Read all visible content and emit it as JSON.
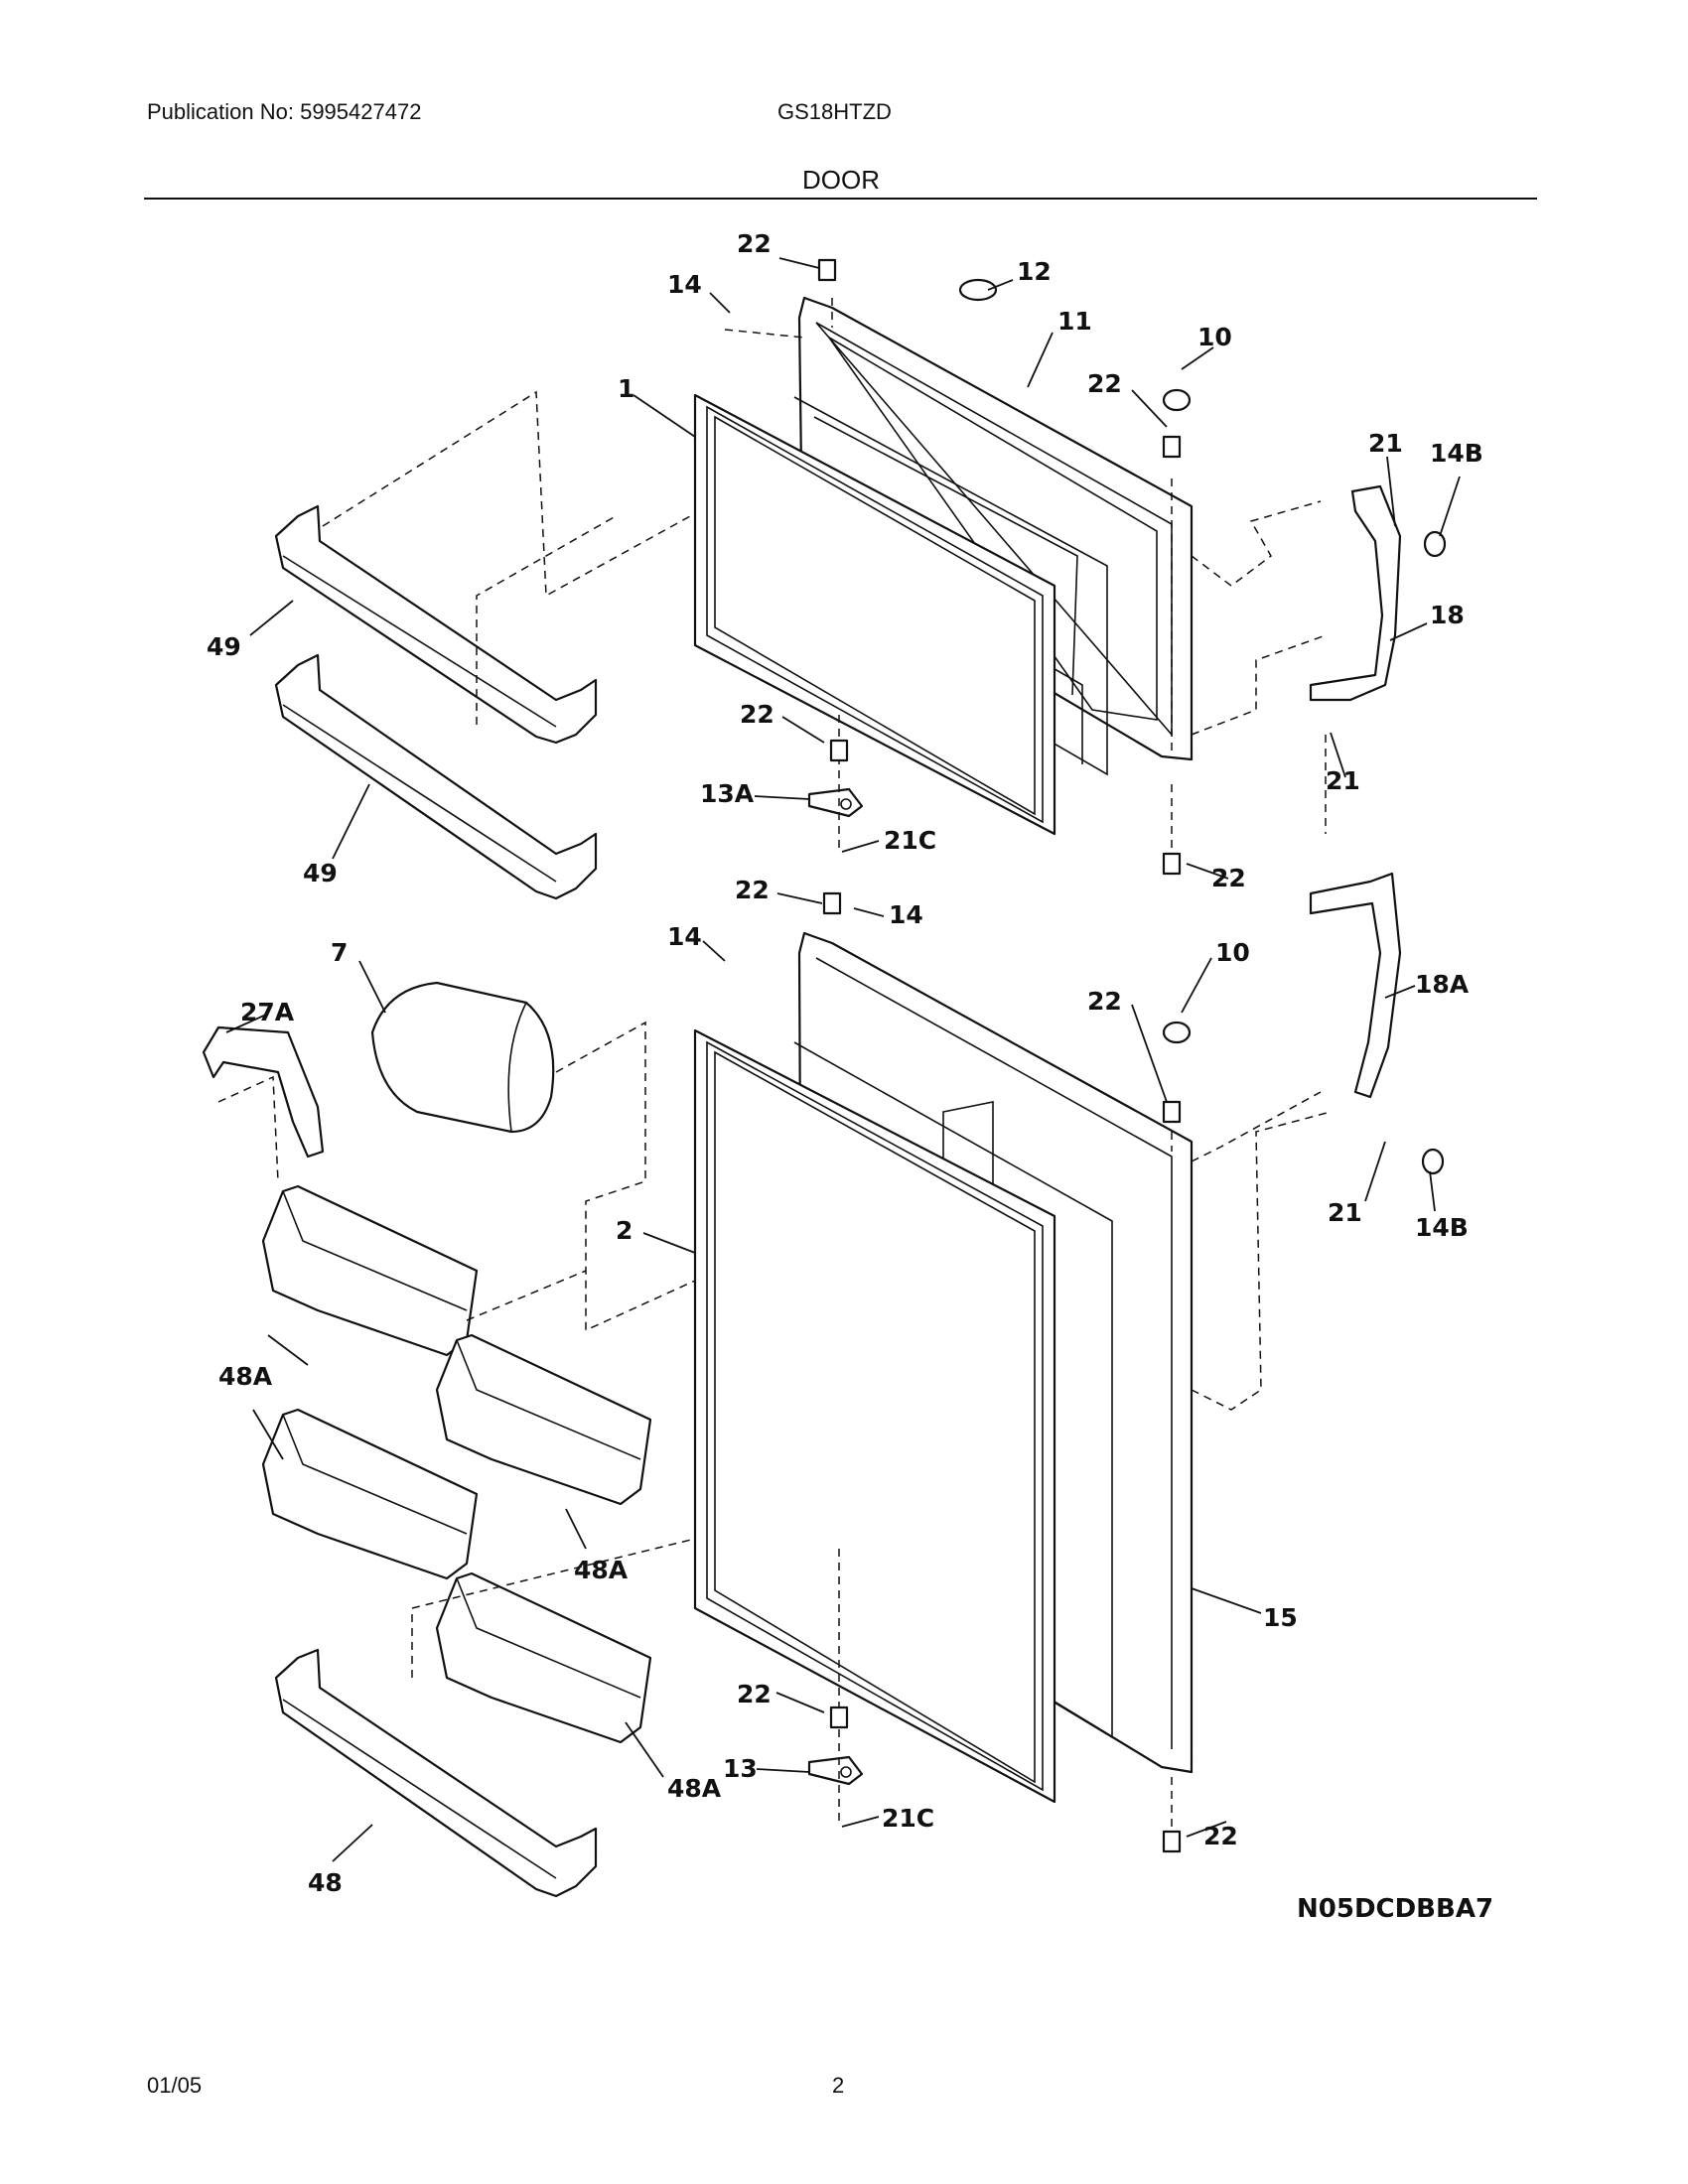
{
  "header": {
    "publication": "Publication No: 5995427472",
    "model": "GS18HTZD",
    "section": "DOOR"
  },
  "footer": {
    "date": "01/05",
    "page": "2"
  },
  "diagram_code": "N05DCDBBA7",
  "callouts": [
    "22",
    "14",
    "12",
    "11",
    "10",
    "22",
    "1",
    "21",
    "14B",
    "18",
    "49",
    "49",
    "22",
    "13A",
    "21C",
    "21",
    "22",
    "22",
    "14",
    "14",
    "10",
    "7",
    "22",
    "18A",
    "27A",
    "2",
    "21",
    "14B",
    "48A",
    "48A",
    "15",
    "22",
    "13",
    "21C",
    "48A",
    "22",
    "48"
  ]
}
